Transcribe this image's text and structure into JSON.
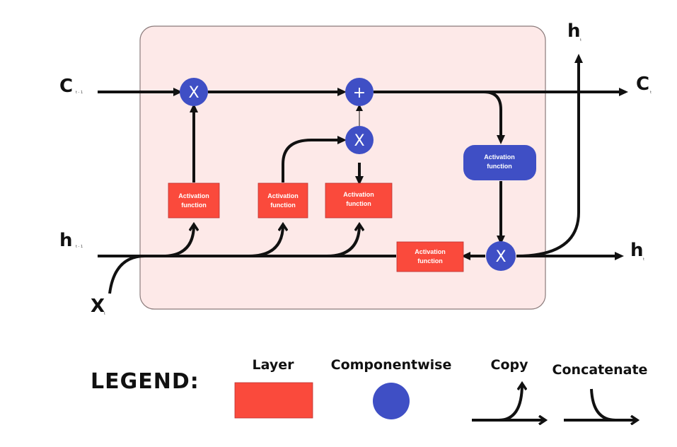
{
  "colors": {
    "cell_bg": "#fde9e8",
    "cell_border": "#8a7a7a",
    "layer": "#fa4a3c",
    "componentwise": "#3f4fc5",
    "wire": "#111111"
  },
  "inputs": {
    "c_prev": {
      "main": "C",
      "sub": "t - 1"
    },
    "h_prev": {
      "main": "h",
      "sub": "t - 1"
    },
    "x": {
      "main": "X",
      "sub": "t"
    }
  },
  "outputs": {
    "h_top": {
      "main": "h",
      "sub": "t"
    },
    "c_out": {
      "main": "C",
      "sub": "t"
    },
    "h_out": {
      "main": "h",
      "sub": "t"
    }
  },
  "operators": {
    "forget_mult": "X",
    "cell_add": "+",
    "input_mult": "X",
    "output_mult": "X"
  },
  "layers": {
    "forget": [
      "Activation",
      "function"
    ],
    "input": [
      "Activation",
      "function"
    ],
    "candidate": [
      "Activation",
      "function"
    ],
    "output_gate": [
      "Activation",
      "function"
    ]
  },
  "cell_activation": [
    "Activation",
    "function"
  ],
  "legend": {
    "title": "LEGEND:",
    "layer": "Layer",
    "componentwise": "Componentwise",
    "copy": "Copy",
    "concatenate": "Concatenate"
  }
}
